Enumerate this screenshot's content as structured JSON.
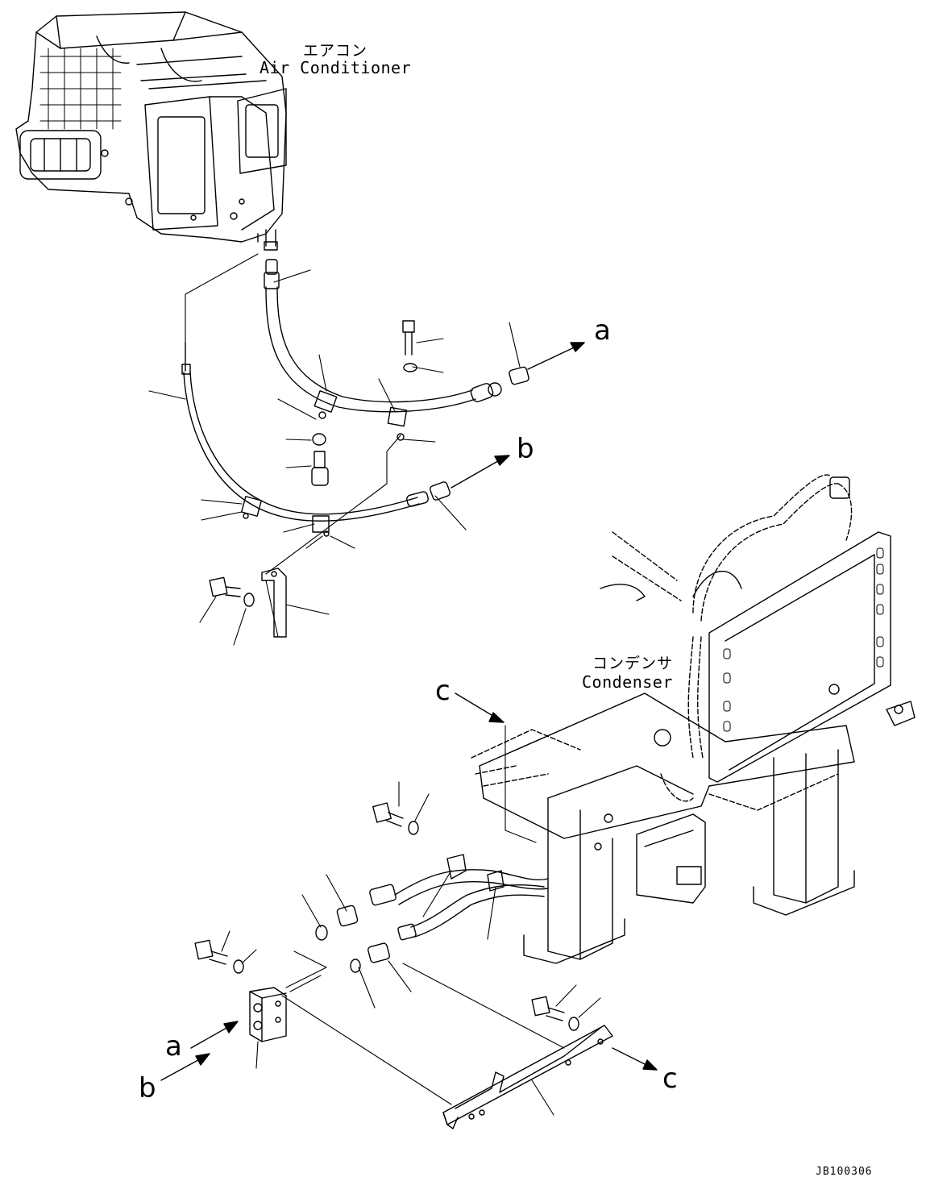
{
  "labels": {
    "aircon_jp": "エアコン",
    "aircon_en": "Air Conditioner",
    "condenser_jp": "コンデンサ",
    "condenser_en": "Condenser",
    "drawing_code": "JB100306"
  },
  "arrows": {
    "a": "a",
    "b": "b",
    "c": "c"
  },
  "colors": {
    "line": "#000000",
    "background": "#ffffff"
  }
}
